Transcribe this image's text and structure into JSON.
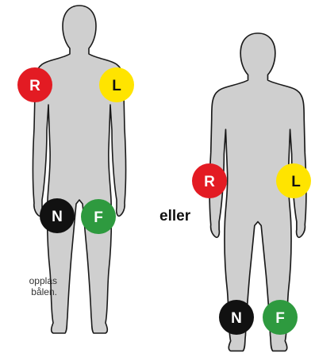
{
  "connector": "eller",
  "note": {
    "line1": "opplas",
    "line2": "bålen."
  },
  "figure_left": {
    "electrodes": [
      {
        "label": "R",
        "color": "#e31b23",
        "text_color": "#ffffff"
      },
      {
        "label": "L",
        "color": "#ffe400",
        "text_color": "#111111"
      },
      {
        "label": "N",
        "color": "#111111",
        "text_color": "#ffffff"
      },
      {
        "label": "F",
        "color": "#2e9a3f",
        "text_color": "#ffffff"
      }
    ]
  },
  "figure_right": {
    "electrodes": [
      {
        "label": "R",
        "color": "#e31b23",
        "text_color": "#ffffff"
      },
      {
        "label": "L",
        "color": "#ffe400",
        "text_color": "#111111"
      },
      {
        "label": "N",
        "color": "#111111",
        "text_color": "#ffffff"
      },
      {
        "label": "F",
        "color": "#2e9a3f",
        "text_color": "#ffffff"
      }
    ]
  }
}
